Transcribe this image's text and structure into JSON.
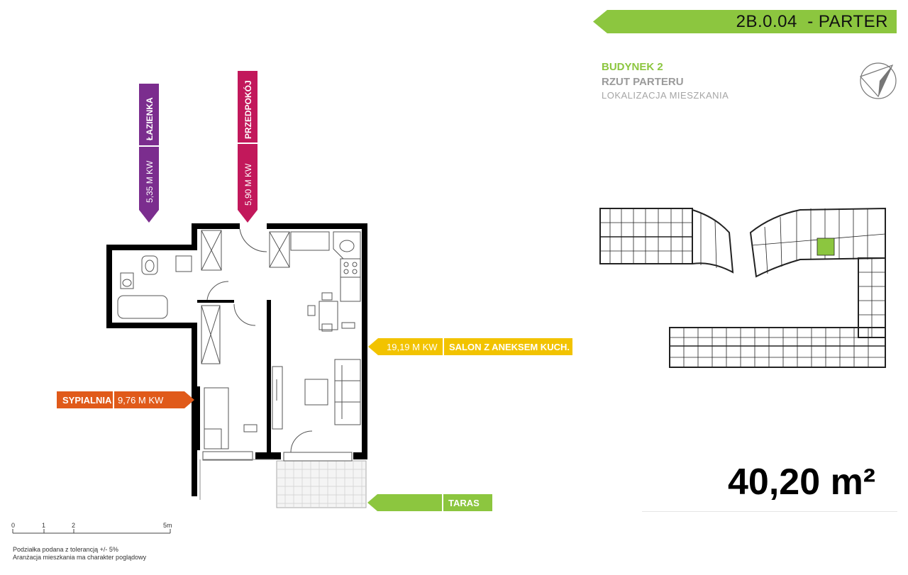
{
  "header": {
    "unit_code": "2B.0.04  - PARTER"
  },
  "building": {
    "line1": "BUDYNEK 2",
    "line2": "RZUT PARTERU",
    "line3": "LOKALIZACJA MIESZKANIA"
  },
  "total_area": "40,20 m²",
  "rooms": {
    "bathroom": {
      "name": "ŁAZIENKA",
      "area": "5,35 M KW",
      "color": "#7b2d8e"
    },
    "hallway": {
      "name": "PRZEDPOKÓJ",
      "area": "5,90 M KW",
      "color": "#c2185b"
    },
    "living": {
      "name": "SALON Z ANEKSEM KUCH.",
      "area": "19,19 M KW",
      "color": "#f2c300"
    },
    "bedroom": {
      "name": "SYPIALNIA",
      "area": "9,76 M KW",
      "color": "#e05a1a"
    },
    "terrace": {
      "name": "TARAS",
      "color": "#8cc63f"
    }
  },
  "accent_color": "#8cc63f",
  "scale": {
    "ticks": [
      "0",
      "1",
      "2",
      "5m"
    ]
  },
  "notes": {
    "line1": "Podziałka podana z tolerancją +/- 5%",
    "line2": "Aranżacja mieszkania ma charakter poglądowy"
  },
  "icons": {
    "compass": "compass-icon"
  }
}
